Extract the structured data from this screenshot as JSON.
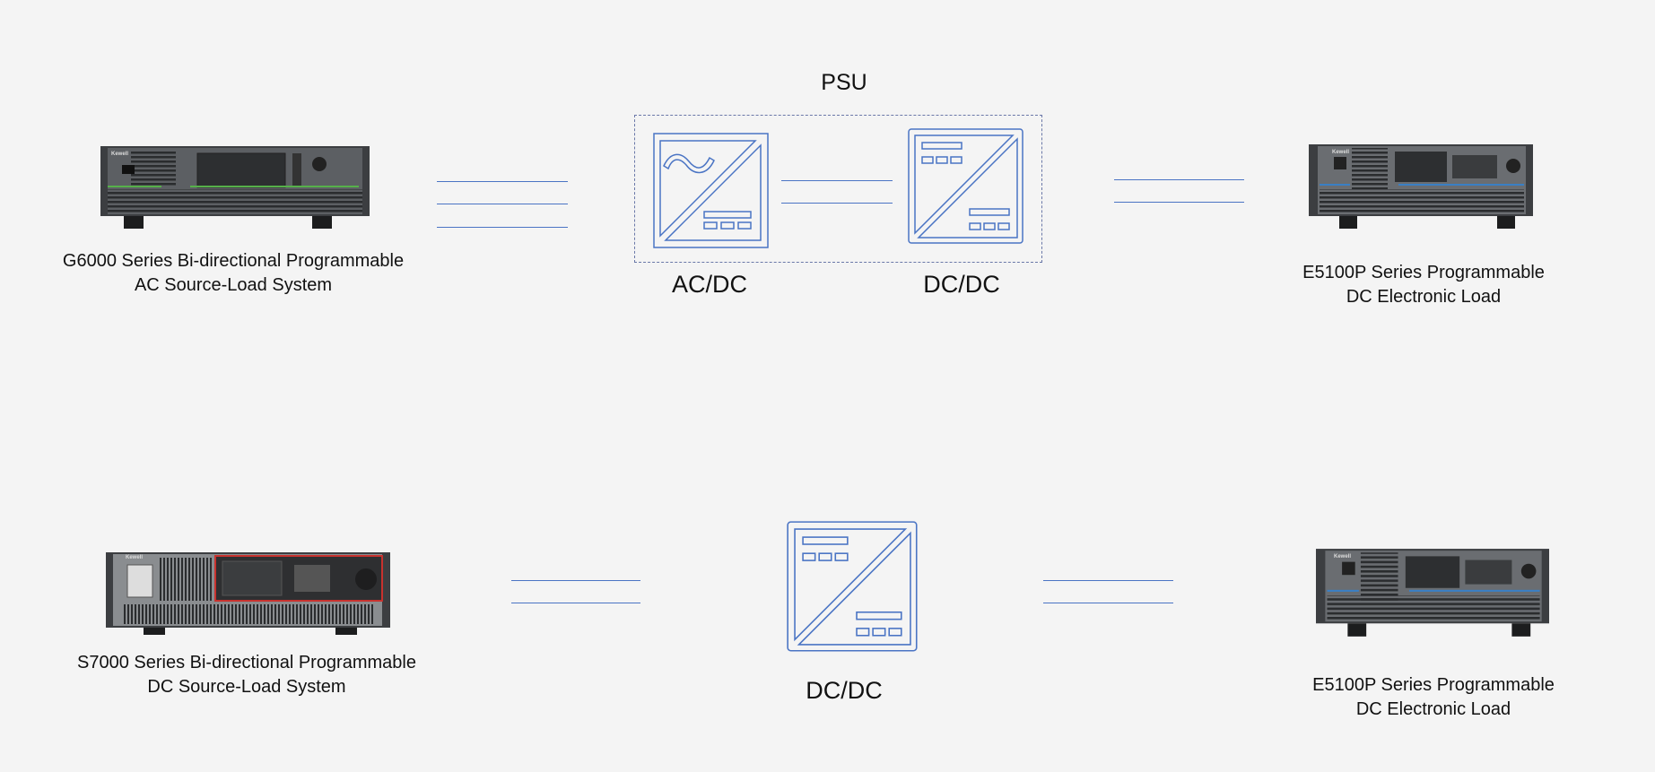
{
  "psu": {
    "title": "PSU",
    "acdc_label": "AC/DC",
    "dcdc_label": "DC/DC"
  },
  "bottom": {
    "dcdc_label": "DC/DC"
  },
  "devices": {
    "g6000": {
      "line1": "G6000 Series Bi-directional Programmable",
      "line2": "AC Source-Load System",
      "brand": "Kewell"
    },
    "e5100p_top": {
      "line1": "E5100P Series Programmable",
      "line2": "DC Electronic Load",
      "brand": "Kewell"
    },
    "s7000": {
      "line1": "S7000 Series Bi-directional Programmable",
      "line2": "DC Source-Load System",
      "brand": "Kewell"
    },
    "e5100p_bottom": {
      "line1": "E5100P Series Programmable",
      "line2": "DC Electronic Load",
      "brand": "Kewell"
    }
  },
  "colors": {
    "line": "#4a74c4",
    "icon_stroke": "#4a74c4",
    "background": "#f4f4f4",
    "device_panel": "#55585c"
  }
}
